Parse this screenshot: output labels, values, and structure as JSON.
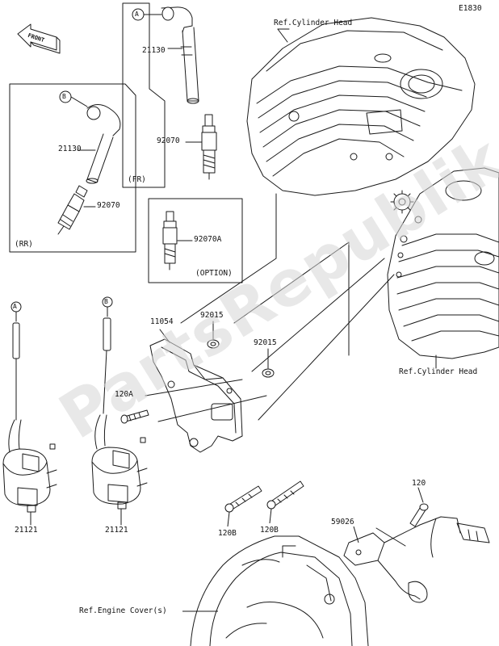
{
  "diagram_code": "E1830",
  "front_label": "FRONT",
  "watermark_text": "PartsRepublik",
  "callouts": {
    "a_top": "A",
    "b_top": "B",
    "a_wire": "A",
    "b_wire": "B"
  },
  "parts": {
    "p21130_fr": "21130",
    "p92070_fr": "92070",
    "p21130_rr": "21130",
    "p92070_rr": "92070",
    "p92070a": "92070A",
    "p11054": "11054",
    "p92015_a": "92015",
    "p92015_b": "92015",
    "p120a": "120A",
    "p21121_left": "21121",
    "p21121_right": "21121",
    "p120b_left": "120B",
    "p120b_right": "120B",
    "p120": "120",
    "p59026": "59026"
  },
  "box_labels": {
    "fr": "(FR)",
    "rr": "(RR)",
    "option": "(OPTION)"
  },
  "refs": {
    "cyl_head_top": "Ref.Cylinder Head",
    "cyl_head_right": "Ref.Cylinder Head",
    "engine_cover": "Ref.Engine Cover(s)"
  },
  "colors": {
    "line": "#1a1a1a",
    "watermark": "#d0d0d0"
  }
}
